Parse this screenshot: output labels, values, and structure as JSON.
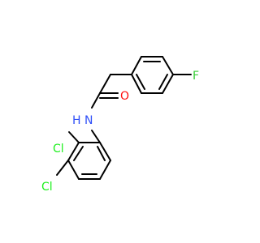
{
  "molecule": {
    "atoms": {
      "fluorine": {
        "label": "F",
        "color": "#33cc33"
      },
      "oxygen": {
        "label": "O",
        "color": "#ff0d0d"
      },
      "nitrogen": {
        "label": "N",
        "h_label": "H",
        "color": "#3050f8"
      },
      "chlorine_1": {
        "label": "Cl",
        "color": "#1ff01f"
      },
      "chlorine_2": {
        "label": "Cl",
        "color": "#1ff01f"
      }
    },
    "bond_color": "#000000",
    "background": "#ffffff"
  }
}
